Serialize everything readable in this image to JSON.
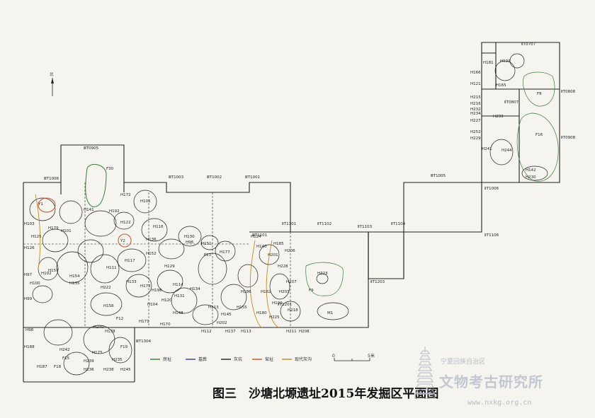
{
  "caption": "图三　沙塘北塬遗址2015年发掘区平面图",
  "north": "北",
  "legend": {
    "house": "房址",
    "tomb": "墓葬",
    "pit": "灰坑",
    "kiln": "窑址",
    "ditch": "现代灰沟"
  },
  "scale": {
    "zero": "0",
    "five": "5米"
  },
  "colors": {
    "house": "#3a7a3a",
    "tomb": "#3b3b9a",
    "pit": "#222222",
    "kiln": "#c0542a",
    "ditch": "#c08a2a"
  },
  "watermark": {
    "line1": "宁夏回族自治区",
    "line2": "文物考古研究所",
    "line3": "www.nxkg.org.cn"
  },
  "grid_labels": {
    "t0905": "ⅢT0905",
    "t1006": "ⅢT1006",
    "t1003": "ⅢT1003",
    "t1002": "ⅢT1002",
    "t1001": "ⅢT1001",
    "t1005": "ⅢT1005",
    "t1006b": "ⅡT1006",
    "t1106": "ⅡT1106",
    "t1101a": "ⅢT1101",
    "t1101b": "ⅡT1101",
    "t1102": "ⅡT1102",
    "t1103": "ⅡT1103",
    "t1104": "ⅡT1104",
    "t1203": "ⅡT1203",
    "t1304": "ⅢT1304",
    "t1201": "ⅡT1201",
    "t0707": "ⅡT0707",
    "t0807": "ⅡT0807",
    "t0808": "ⅡT0808",
    "t0908": "ⅡT0908"
  },
  "features": {
    "f30": "F30",
    "h105": "H105",
    "h172": "H172",
    "y1": "Y1",
    "y2": "Y2",
    "h103": "H103",
    "h125": "H125",
    "h126": "H126",
    "h97": "H97",
    "h100": "H100",
    "h99": "H99",
    "h98": "H98",
    "h188": "H188",
    "h187": "H187",
    "f18": "F18",
    "f15": "F15",
    "h122": "H122",
    "h116": "H116",
    "h130": "H130",
    "h136": "H136",
    "h152": "H152",
    "h117": "H117",
    "h111": "H111",
    "h133": "H133",
    "h173": "H173",
    "h222": "H222",
    "h156": "H156",
    "h240": "H240",
    "f12": "F12",
    "f19": "F19",
    "h96": "H96",
    "f13": "F13",
    "h177": "H177",
    "h151": "H151",
    "h129": "H129",
    "h114": "H114",
    "h120": "H120",
    "h148": "H148",
    "h112": "H112",
    "h137": "H137",
    "h113": "H113",
    "h113b": "H113",
    "h124": "H124",
    "h140": "H140",
    "h185": "H185",
    "h201": "H201",
    "h228": "H228",
    "h162": "H162",
    "h180": "H180",
    "h225": "H225",
    "h211": "H211",
    "h208": "H208",
    "h223": "H223",
    "f9": "F9",
    "m1": "M1",
    "h123": "H123",
    "h181": "H181",
    "h166": "H166",
    "h121": "H121",
    "h165": "H165",
    "f8": "F8",
    "f16": "F16",
    "h244": "H244",
    "h241": "H241",
    "h142": "H142",
    "h230": "H230",
    "h104": "H104",
    "h170": "H170",
    "h171": "H171",
    "h202": "H202",
    "h155": "H155",
    "h154": "H154",
    "h135": "H135",
    "h157": "H157",
    "h102": "H102",
    "h179": "H179",
    "h141": "H141",
    "h101": "H101",
    "h192": "H192",
    "h239": "H239",
    "h236": "H236",
    "h235": "H235",
    "h238": "H238",
    "h175": "H175",
    "h178": "H178",
    "h245": "H245",
    "h196": "H196",
    "h134": "H134",
    "h131": "H131",
    "h145": "H145",
    "h186": "H186",
    "h190": "H190",
    "h203": "H203",
    "h207": "H207",
    "h218": "H218",
    "h206": "H206",
    "h242": "H242",
    "h215": "H215",
    "h216": "H216",
    "h227": "H227",
    "h234": "H234",
    "h232": "H232",
    "h233": "H233",
    "h252": "H252",
    "h229": "H229"
  }
}
